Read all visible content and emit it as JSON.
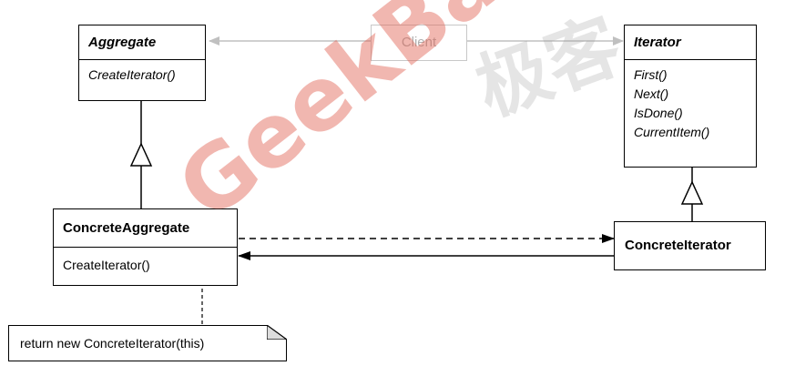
{
  "aggregate": {
    "name": "Aggregate",
    "operations": [
      "CreateIterator()"
    ]
  },
  "iterator": {
    "name": "Iterator",
    "operations": [
      "First()",
      "Next()",
      "IsDone()",
      "CurrentItem()"
    ]
  },
  "client": {
    "name": "Client"
  },
  "concrete_aggregate": {
    "name": "ConcreteAggregate",
    "operations": [
      "CreateIterator()"
    ]
  },
  "concrete_iterator": {
    "name": "ConcreteIterator"
  },
  "note": {
    "text": "return new ConcreteIterator(this)"
  },
  "watermark": {
    "text": "GeekBand",
    "cn_text": "极客"
  },
  "colors": {
    "line": "#000000",
    "client": "#b0b0b0",
    "watermark": "#e05f50"
  }
}
